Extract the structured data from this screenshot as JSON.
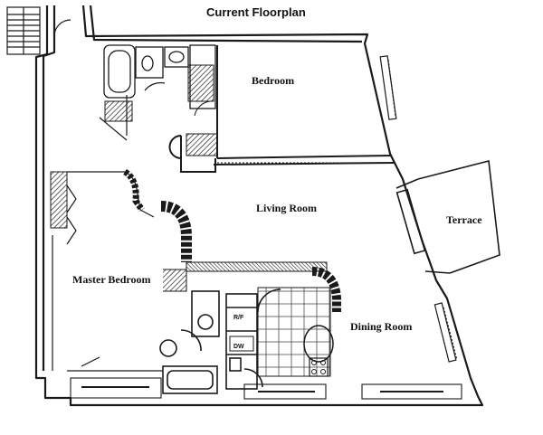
{
  "title": "Current Floorplan",
  "rooms": {
    "bedroom": "Bedroom",
    "living_room": "Living Room",
    "terrace": "Terrace",
    "master_bedroom": "Master Bedroom",
    "dining_room": "Dining Room"
  },
  "fixtures": {
    "refrigerator": "R/F",
    "dishwasher": "DW"
  },
  "colors": {
    "ink": "#1a1a1a",
    "background": "#ffffff"
  }
}
